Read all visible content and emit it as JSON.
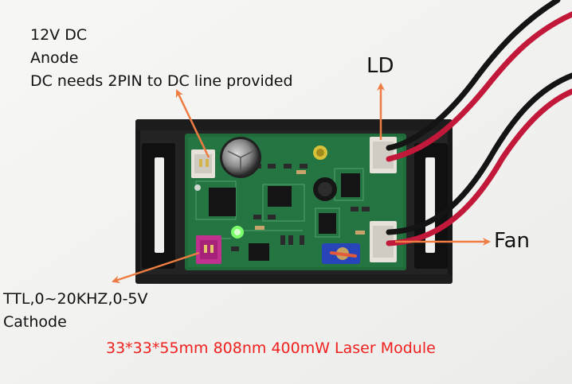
{
  "annotations": {
    "dc_input": {
      "lines": [
        "12V DC",
        "Anode",
        "DC needs 2PIN to DC line provided"
      ]
    },
    "ttl_input": {
      "lines": [
        "TTL,0~20KHZ,0-5V",
        "Cathode"
      ]
    },
    "ld_label": "LD",
    "fan_label": "Fan",
    "caption": "33*33*55mm 808nm 400mW Laser Module"
  },
  "colors": {
    "arrow": "#ee7c43",
    "caption": "#f0201e",
    "pcb": "#1f6b3a",
    "frame": "#151515",
    "connector_white": "#e6e2da",
    "connector_pink": "#c0308f",
    "wire_red": "#c2183a",
    "wire_black": "#141414"
  }
}
